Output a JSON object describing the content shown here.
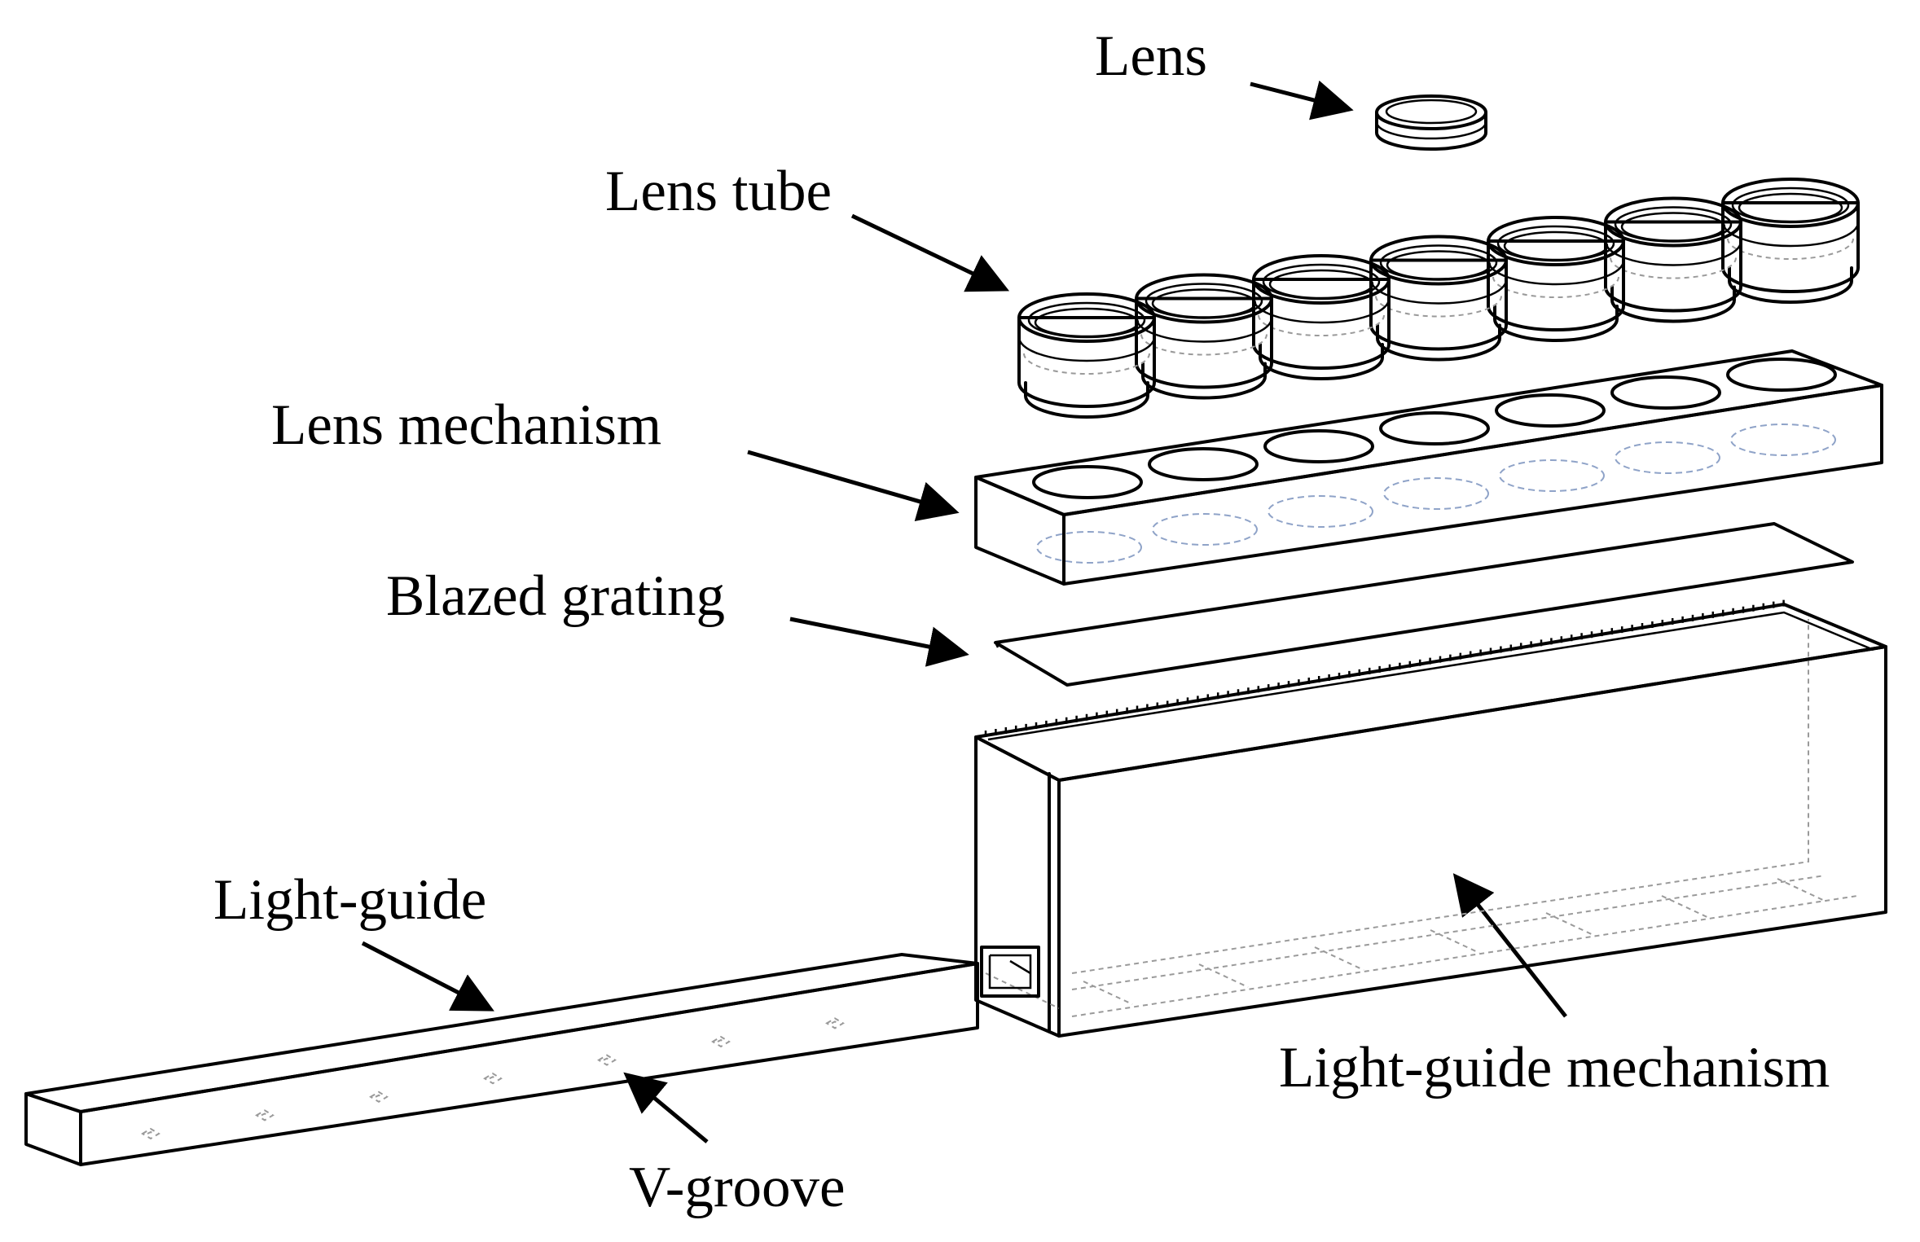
{
  "labels": {
    "lens": "Lens",
    "lens_tube": "Lens tube",
    "lens_mechanism": "Lens mechanism",
    "blazed_grating": "Blazed grating",
    "light_guide": "Light-guide",
    "v_groove": "V-groove",
    "light_guide_mechanism": "Light-guide mechanism"
  }
}
